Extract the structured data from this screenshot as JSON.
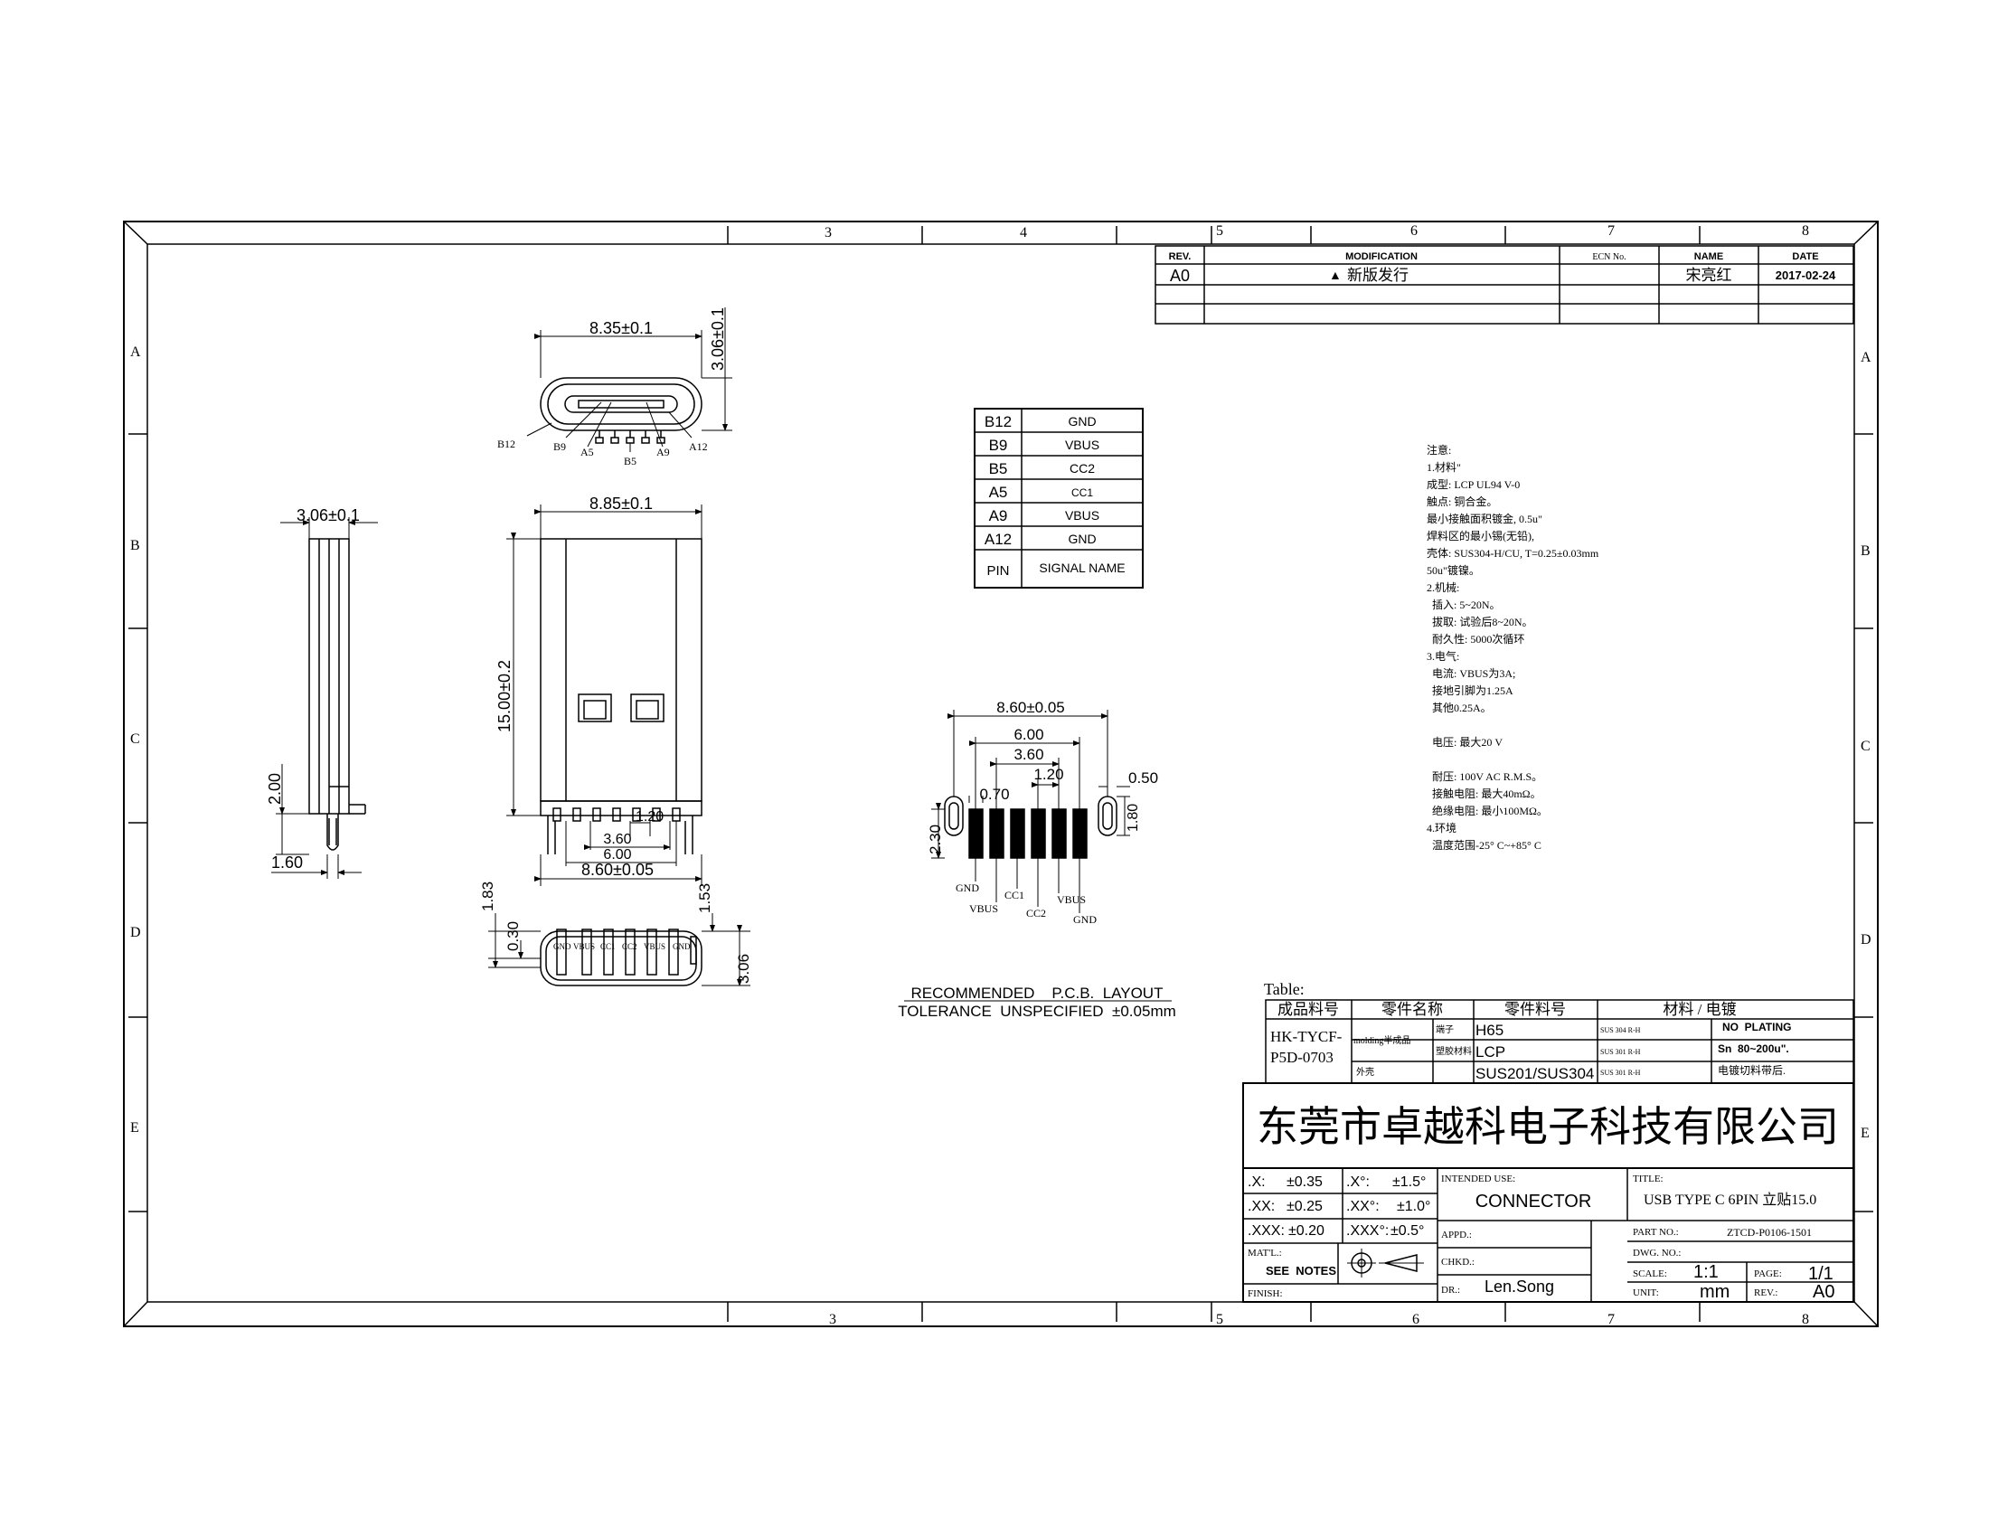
{
  "frame": {
    "top_zones": [
      "3",
      "4",
      "5",
      "6",
      "7",
      "8"
    ],
    "bottom_zones": [
      "3",
      "5",
      "6",
      "7",
      "8"
    ],
    "left_rows": [
      "A",
      "B",
      "C",
      "D",
      "E"
    ],
    "right_rows": [
      "A",
      "B",
      "C",
      "D",
      "E"
    ]
  },
  "revision": {
    "headers": [
      "REV.",
      "MODIFICATION",
      "ECN No.",
      "NAME",
      "DATE"
    ],
    "row": {
      "rev": "A0",
      "modification": "新版发行",
      "ecn": "",
      "name": "宋亮红",
      "date": "2017-02-24"
    }
  },
  "top_view": {
    "width_dim": "8.35±0.1",
    "height_dim": "3.06±0.1",
    "pins": [
      "B12",
      "B9",
      "A5",
      "B5",
      "A9",
      "A12"
    ]
  },
  "side_view": {
    "top_dim": "3.06±0.1",
    "step_dim": "2.00",
    "foot_dim": "1.60"
  },
  "front_view": {
    "width_dim": "8.85±0.1",
    "length_dim": "15.00±0.2",
    "pitch_dim": "1.20",
    "inner_dim": "3.60",
    "mid_dim": "6.00",
    "outer_dim": "8.60±0.05"
  },
  "bottom_view": {
    "h1": "1.83",
    "h2": "0.30",
    "h3": "1.53",
    "h4": "3.06",
    "pins": [
      "GND",
      "VBUS",
      "CC1",
      "CC2",
      "VBUS",
      "GND"
    ]
  },
  "pin_table": {
    "rows": [
      {
        "pin": "B12",
        "signal": "GND"
      },
      {
        "pin": "B9",
        "signal": "VBUS"
      },
      {
        "pin": "B5",
        "signal": "CC2"
      },
      {
        "pin": "A5",
        "signal": "CC1"
      },
      {
        "pin": "A9",
        "signal": "VBUS"
      },
      {
        "pin": "A12",
        "signal": "GND"
      }
    ],
    "header_pin": "PIN",
    "header_signal": "SIGNAL NAME"
  },
  "pcb": {
    "outer_dim": "8.60±0.05",
    "mid_dim": "6.00",
    "inner_dim": "3.60",
    "pitch_dim": "1.20",
    "pad_dim": "0.70",
    "slot_width": "0.50",
    "slot_height": "1.80",
    "height_dim": "2.30",
    "pin_labels": [
      "GND",
      "VBUS",
      "CC1",
      "CC2",
      "VBUS",
      "GND"
    ],
    "title": "RECOMMENDED    P.C.B.  LAYOUT",
    "tolerance": "TOLERANCE  UNSPECIFIED  ±0.05mm"
  },
  "notes": [
    "注意:",
    "1.材料\"",
    "成型: LCP UL94 V-0",
    "触点: 铜合金。",
    "最小接触面积镀金, 0.5u\"",
    "焊料区的最小锡(无铅),",
    "壳体: SUS304-H/CU, T=0.25±0.03mm",
    "50u\"镀镍。",
    "2.机械:",
    "  插入: 5~20N。",
    "  拔取: 试验后8~20N。",
    "  耐久性: 5000次循环",
    "3.电气:",
    "  电流: VBUS为3A;",
    "  接地引脚为1.25A",
    "  其他0.25A。",
    "",
    "  电压: 最大20 V",
    "",
    "  耐压: 100V AC R.M.S。",
    "  接触电阻: 最大40mΩ。",
    "  绝缘电阻: 最小100MΩ。",
    "4.环境",
    "  温度范围-25° C~+85° C"
  ],
  "material_table": {
    "caption": "Table:",
    "headers": [
      "成品料号",
      "零件名称",
      "零件料号",
      "材料 / 电镀"
    ],
    "product_no": "HK-TYCF-P5D-0703",
    "semi": "molding半成品",
    "rows": [
      {
        "part": "端子",
        "part_no": "H65",
        "material": "SUS 304 R-H",
        "plating": "NO  PLATING"
      },
      {
        "part": "塑胶材料",
        "part_no": "LCP",
        "material": "SUS 301 R-H",
        "plating": "Sn  80~200u\"."
      },
      {
        "part": "外壳",
        "part_no": "SUS201/SUS304",
        "material": "SUS 301 R-H",
        "plating": "电镀切料带后."
      }
    ]
  },
  "title_block": {
    "company": "东莞市卓越科电子科技有限公司",
    "tolerances": [
      {
        "k1": ".X:",
        "v1": "±0.35",
        "k2": ".X°:",
        "v2": "±1.5°"
      },
      {
        "k1": ".XX:",
        "v1": "±0.25",
        "k2": ".XX°:",
        "v2": "±1.0°"
      },
      {
        "k1": ".XXX:",
        "v1": "±0.20",
        "k2": ".XXX°:",
        "v2": "±0.5°"
      }
    ],
    "mat_label": "MAT'L.:",
    "mat_value": "SEE  NOTES",
    "finish_label": "FINISH:",
    "intended_label": "INTENDED USE:",
    "intended_value": "CONNECTOR",
    "appd_label": "APPD.:",
    "chkd_label": "CHKD.:",
    "dr_label": "DR.:",
    "dr_value": "Len.Song",
    "title_label": "TITLE:",
    "title_value": "USB TYPE C 6PIN 立贴15.0",
    "part_no_label": "PART NO.:",
    "part_no_value": "ZTCD-P0106-1501",
    "dwg_no_label": "DWG. NO.:",
    "dwg_no_value": "",
    "scale_label": "SCALE:",
    "scale_value": "1:1",
    "page_label": "PAGE:",
    "page_value": "1/1",
    "unit_label": "UNIT:",
    "unit_value": "mm",
    "rev_label": "REV.:",
    "rev_value": "A0"
  }
}
